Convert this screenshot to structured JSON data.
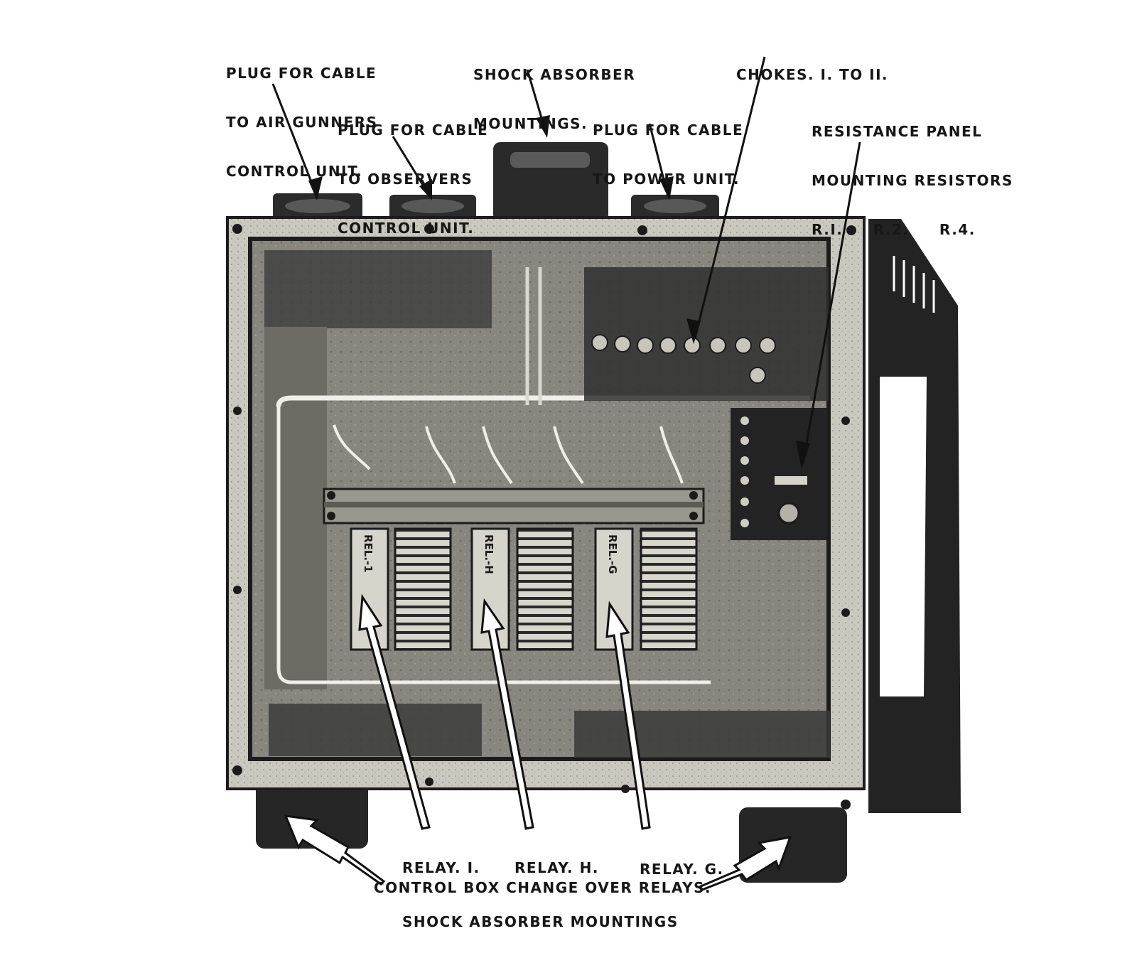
{
  "callouts": {
    "plug_air_gunners": [
      "PLUG FOR CABLE",
      "TO AIR GUNNERS",
      "CONTROL UNIT."
    ],
    "plug_observers": [
      "PLUG FOR CABLE",
      "TO OBSERVERS",
      "CONTROL UNIT."
    ],
    "shock_absorber_top": [
      "SHOCK ABSORBER",
      "MOUNTINGS."
    ],
    "plug_power_unit": [
      "PLUG FOR CABLE",
      "TO POWER UNIT."
    ],
    "chokes": "CHOKES. I. TO II.",
    "resistance_panel": [
      "RESISTANCE PANEL",
      "MOUNTING RESISTORS",
      "R.I.     R.2.     R.4."
    ],
    "relay_i": "RELAY. I.",
    "relay_h": "RELAY. H.",
    "relay_g": "RELAY. G.",
    "changeover_relays": "CONTROL BOX CHANGE OVER RELAYS.",
    "shock_absorber_bottom": "SHOCK ABSORBER MOUNTINGS"
  },
  "relay_nameplates": [
    "REL.-1",
    "REL.-H",
    "REL.-G"
  ],
  "colors": {
    "ink": "#161616",
    "frame": "#c8c5bc",
    "interior": "#8a877f",
    "dark": "#232323",
    "paper": "#ffffff"
  }
}
